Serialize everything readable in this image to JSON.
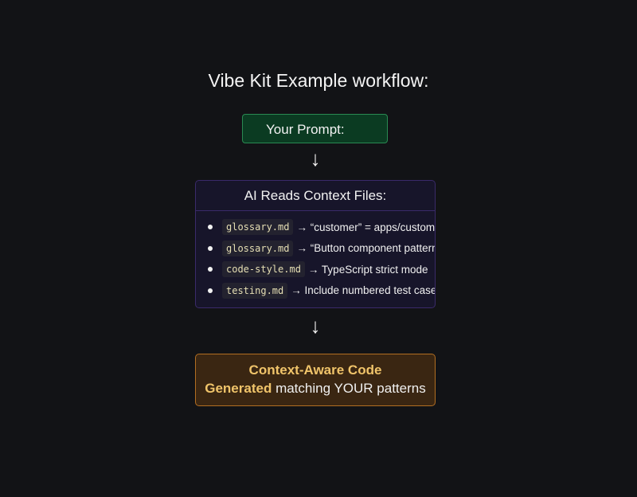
{
  "title": "Vibe Kit Example workflow:",
  "prompt_box": {
    "label": "Your Prompt:"
  },
  "arrow_symbol": "↓",
  "context_box": {
    "heading": "AI Reads Context Files:",
    "items": [
      {
        "file": "glossary.md",
        "desc": "→ “customer” = apps/custom-"
      },
      {
        "file": "glossary.md",
        "desc": "→ “Button component pattern"
      },
      {
        "file": "code-style.md",
        "desc": "→ TypeScript strict mode"
      },
      {
        "file": "testing.md",
        "desc": "→ Include numbered test cases"
      }
    ]
  },
  "output_box": {
    "line1": "Context-Aware Code",
    "line2_highlight": "Generated",
    "line2_rest": " matching YOUR patterns"
  },
  "colors": {
    "background": "#121316",
    "prompt": "#0b3b22",
    "context": "#17152a",
    "output": "#3a2612",
    "accent": "#f0c46a"
  }
}
